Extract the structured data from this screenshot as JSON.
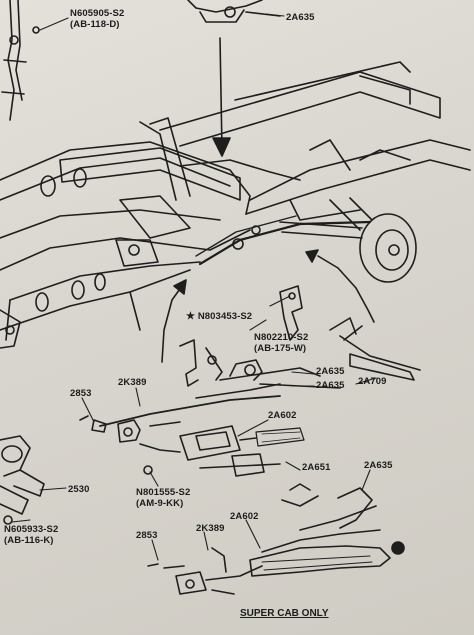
{
  "labels": {
    "n605905": {
      "part": "N605905-S2",
      "code": "(AB-118-D)"
    },
    "p2a635_top": {
      "part": "2A635"
    },
    "n803453": {
      "star": "★",
      "part": "N803453-S2"
    },
    "n802210": {
      "part": "N802210-S2",
      "code": "(AB-175-W)"
    },
    "p2a635_a": {
      "part": "2A635"
    },
    "p2a635_b": {
      "part": "2A635"
    },
    "p2a709": {
      "part": "2A709"
    },
    "p2k389_a": {
      "part": "2K389"
    },
    "p2853_a": {
      "part": "2853"
    },
    "p2a602_a": {
      "part": "2A602"
    },
    "p2530": {
      "part": "2530"
    },
    "n801555": {
      "part": "N801555-S2",
      "code": "(AM-9-KK)"
    },
    "p2a651": {
      "part": "2A651"
    },
    "p2a635_c": {
      "part": "2A635"
    },
    "n605933": {
      "part": "N605933-S2",
      "code": "(AB-116-K)"
    },
    "p2a602_b": {
      "part": "2A602"
    },
    "p2k389_b": {
      "part": "2K389"
    },
    "p2853_b": {
      "part": "2853"
    }
  },
  "caption": "SUPER CAB ONLY"
}
